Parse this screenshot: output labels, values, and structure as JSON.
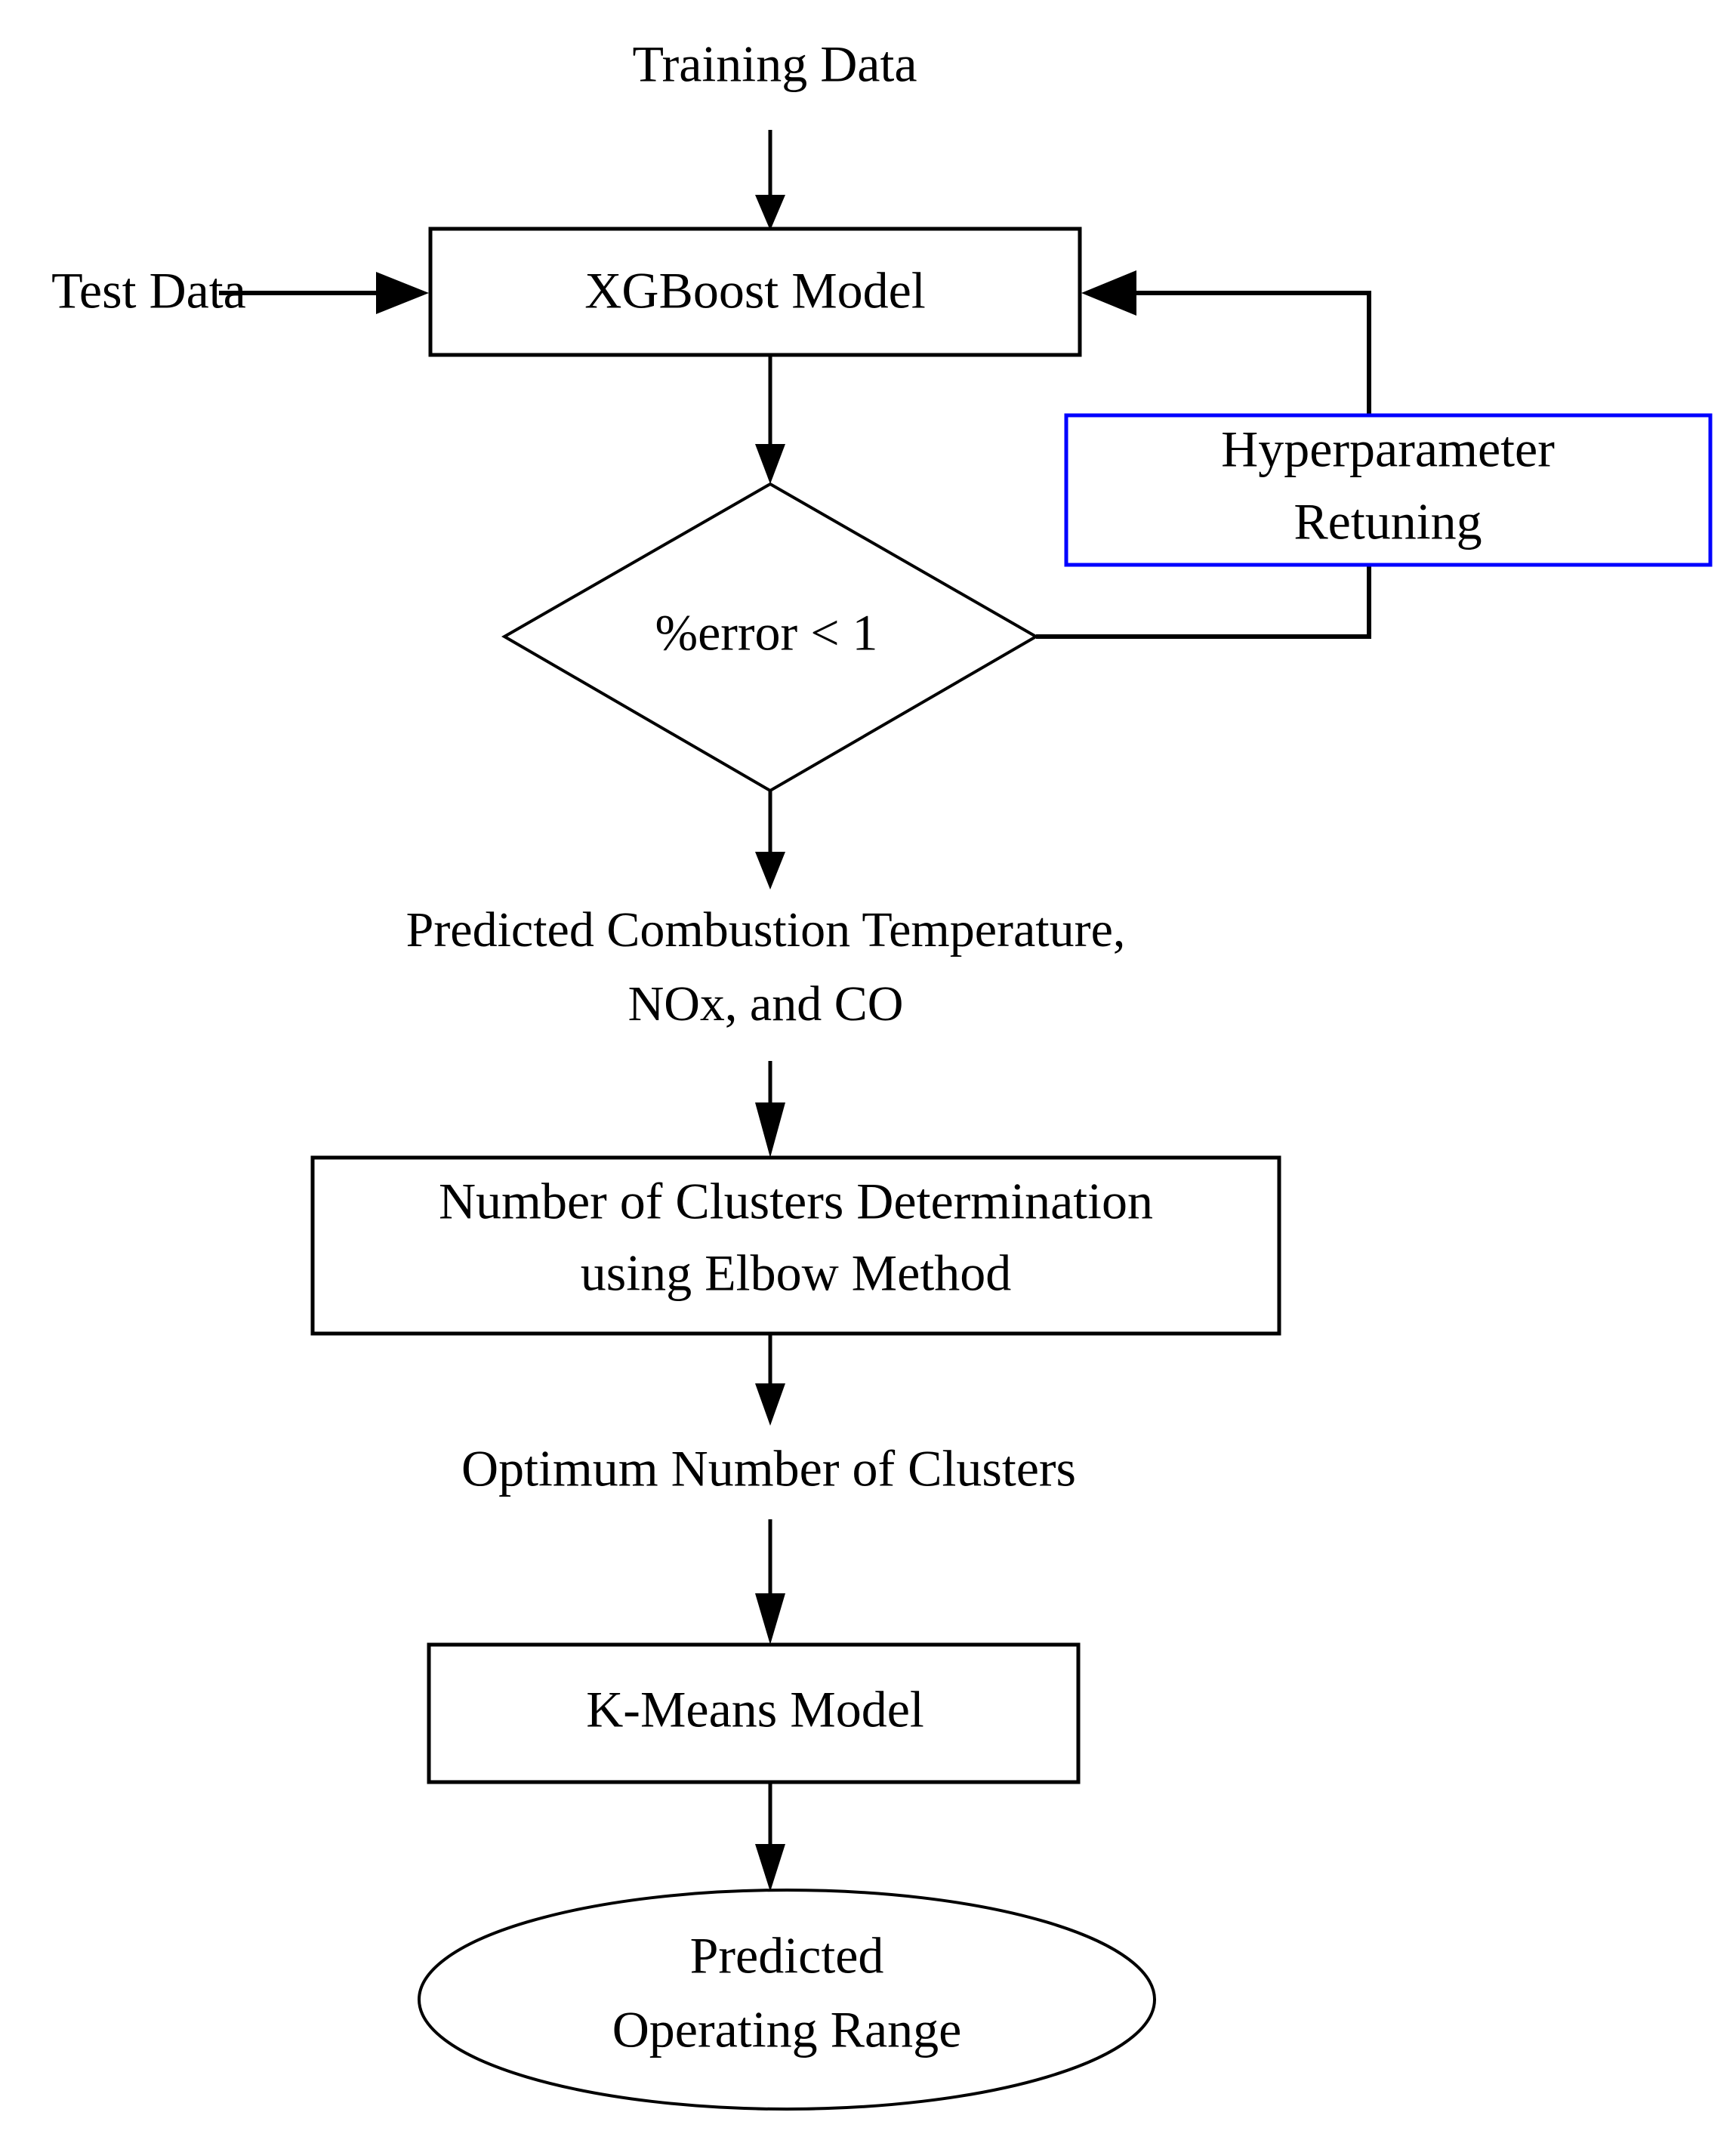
{
  "diagram": {
    "type": "flowchart",
    "title": "XGBoost and K-Means combustion prediction workflow",
    "background_color": "#ffffff",
    "default_stroke_color": "#000000",
    "accent_stroke_color": "#0000ff"
  },
  "nodes": {
    "training_data": {
      "label": "Training Data",
      "shape": "text",
      "lines": [
        "Training Data"
      ]
    },
    "test_data": {
      "label": "Test Data",
      "shape": "text",
      "lines": [
        "Test Data"
      ]
    },
    "xgboost_model": {
      "label": "XGBoost Model",
      "shape": "rectangle",
      "border_color": "#000000",
      "lines": [
        "XGBoost Model"
      ]
    },
    "hyperparameter_retuning": {
      "label": "Hyperparameter Retuning",
      "shape": "rectangle",
      "border_color": "#0000ff",
      "lines": [
        "Hyperparameter",
        "Retuning"
      ]
    },
    "error_decision": {
      "label": "%error < 1",
      "shape": "diamond",
      "border_color": "#000000",
      "lines": [
        "%error < 1"
      ]
    },
    "predicted_outputs": {
      "label": "Predicted Combustion Temperature, NOx, and CO",
      "shape": "text",
      "lines": [
        "Predicted Combustion Temperature,",
        "NOx, and CO"
      ]
    },
    "cluster_determination": {
      "label": "Number of Clusters Determination using Elbow Method",
      "shape": "rectangle",
      "border_color": "#000000",
      "lines": [
        "Number of Clusters Determination",
        "using Elbow Method"
      ]
    },
    "optimum_clusters": {
      "label": "Optimum Number of Clusters",
      "shape": "text",
      "lines": [
        "Optimum Number of Clusters"
      ]
    },
    "kmeans_model": {
      "label": "K-Means Model",
      "shape": "rectangle",
      "border_color": "#000000",
      "lines": [
        "K-Means Model"
      ]
    },
    "predicted_operating_range": {
      "label": "Predicted Operating Range",
      "shape": "ellipse",
      "border_color": "#000000",
      "lines": [
        "Predicted",
        "Operating Range"
      ]
    }
  },
  "edges": [
    {
      "name": "training-to-xgboost",
      "from": "training_data",
      "to": "xgboost_model",
      "direction": "down",
      "arrow": true
    },
    {
      "name": "test-to-xgboost",
      "from": "test_data",
      "to": "xgboost_model",
      "direction": "right",
      "arrow": true
    },
    {
      "name": "xgboost-to-decision",
      "from": "xgboost_model",
      "to": "error_decision",
      "direction": "down",
      "arrow": true
    },
    {
      "name": "decision-to-retuning-loop",
      "from": "error_decision",
      "to": "xgboost_model",
      "direction": "right-up-left",
      "arrow": true,
      "passes_through": "hyperparameter_retuning"
    },
    {
      "name": "decision-to-predicted-outputs",
      "from": "error_decision",
      "to": "predicted_outputs",
      "direction": "down",
      "arrow": true
    },
    {
      "name": "outputs-to-cluster-determination",
      "from": "predicted_outputs",
      "to": "cluster_determination",
      "direction": "down",
      "arrow": true
    },
    {
      "name": "cluster-determination-to-optimum",
      "from": "cluster_determination",
      "to": "optimum_clusters",
      "direction": "down",
      "arrow": true
    },
    {
      "name": "optimum-to-kmeans",
      "from": "optimum_clusters",
      "to": "kmeans_model",
      "direction": "down",
      "arrow": true
    },
    {
      "name": "kmeans-to-operating-range",
      "from": "kmeans_model",
      "to": "predicted_operating_range",
      "direction": "down",
      "arrow": true
    }
  ]
}
